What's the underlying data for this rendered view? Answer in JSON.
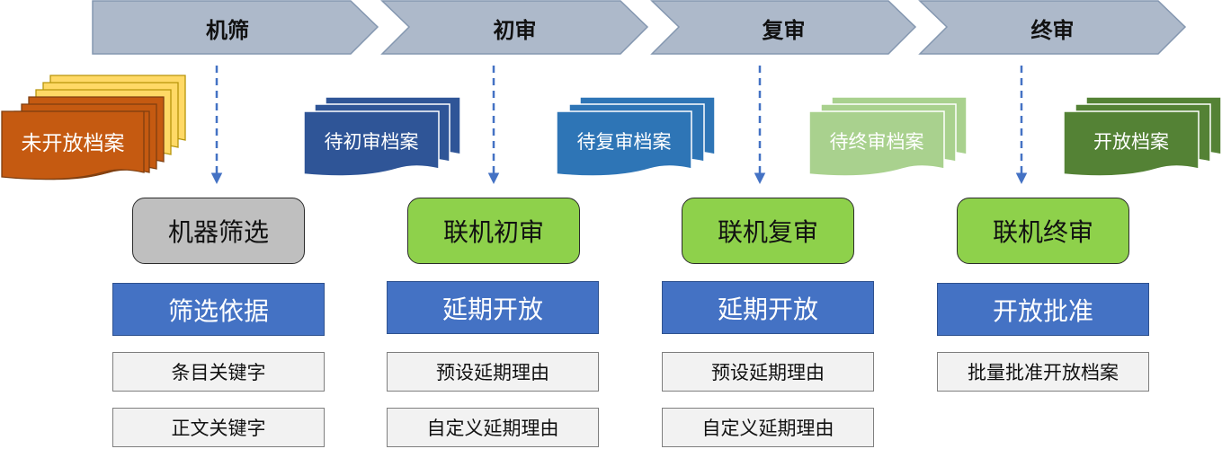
{
  "colors": {
    "stage_arrow": "#adb9ca",
    "unopened": "#c55a11",
    "unopened_back": "#ffd966",
    "pending_first": "#2f5597",
    "pending_second": "#2e75b6",
    "pending_final": "#a9d18e",
    "opened": "#548235",
    "machine_screen": "#bfbfbf",
    "online_review": "#8ed14b",
    "section_header": "#4472c4",
    "dashed_arrow": "#4472c4"
  },
  "stages": [
    "机筛",
    "初审",
    "复审",
    "终审"
  ],
  "documents": {
    "unopened": "未开放档案",
    "pending_first": "待初审档案",
    "pending_second": "待复审档案",
    "pending_final": "待终审档案",
    "opened": "开放档案"
  },
  "columns": [
    {
      "process": "机器筛选",
      "header": "筛选依据",
      "items": [
        "条目关键字",
        "正文关键字"
      ]
    },
    {
      "process": "联机初审",
      "header": "延期开放",
      "items": [
        "预设延期理由",
        "自定义延期理由"
      ]
    },
    {
      "process": "联机复审",
      "header": "延期开放",
      "items": [
        "预设延期理由",
        "自定义延期理由"
      ]
    },
    {
      "process": "联机终审",
      "header": "开放批准",
      "items": [
        "批量批准开放档案"
      ]
    }
  ]
}
